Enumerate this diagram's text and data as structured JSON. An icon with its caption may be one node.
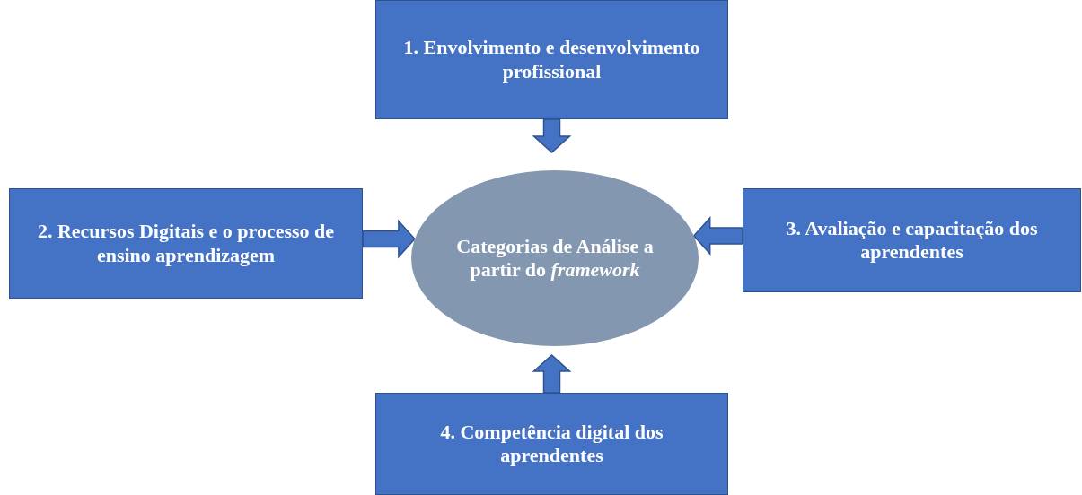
{
  "diagram": {
    "nodes": [
      {
        "text": [
          "1. Envolvimento e desenvolvimento profissional"
        ]
      },
      {
        "text": [
          "2. Recursos Digitais e o processo de ensino aprendizagem"
        ]
      },
      {
        "text": [
          "Categorias de Análise a partir do *framework*"
        ]
      },
      {
        "text": [
          "3. Avaliação e capacitação dos aprendentes"
        ]
      },
      {
        "text": [
          "4. Competência digital dos aprendentes"
        ]
      }
    ],
    "edges": [
      {
        "from": 0,
        "to": 2,
        "arrow": "to"
      },
      {
        "from": 1,
        "to": 2,
        "arrow": "to"
      },
      {
        "from": 3,
        "to": 2,
        "arrow": "to"
      },
      {
        "from": 4,
        "to": 2,
        "arrow": "to"
      }
    ]
  }
}
